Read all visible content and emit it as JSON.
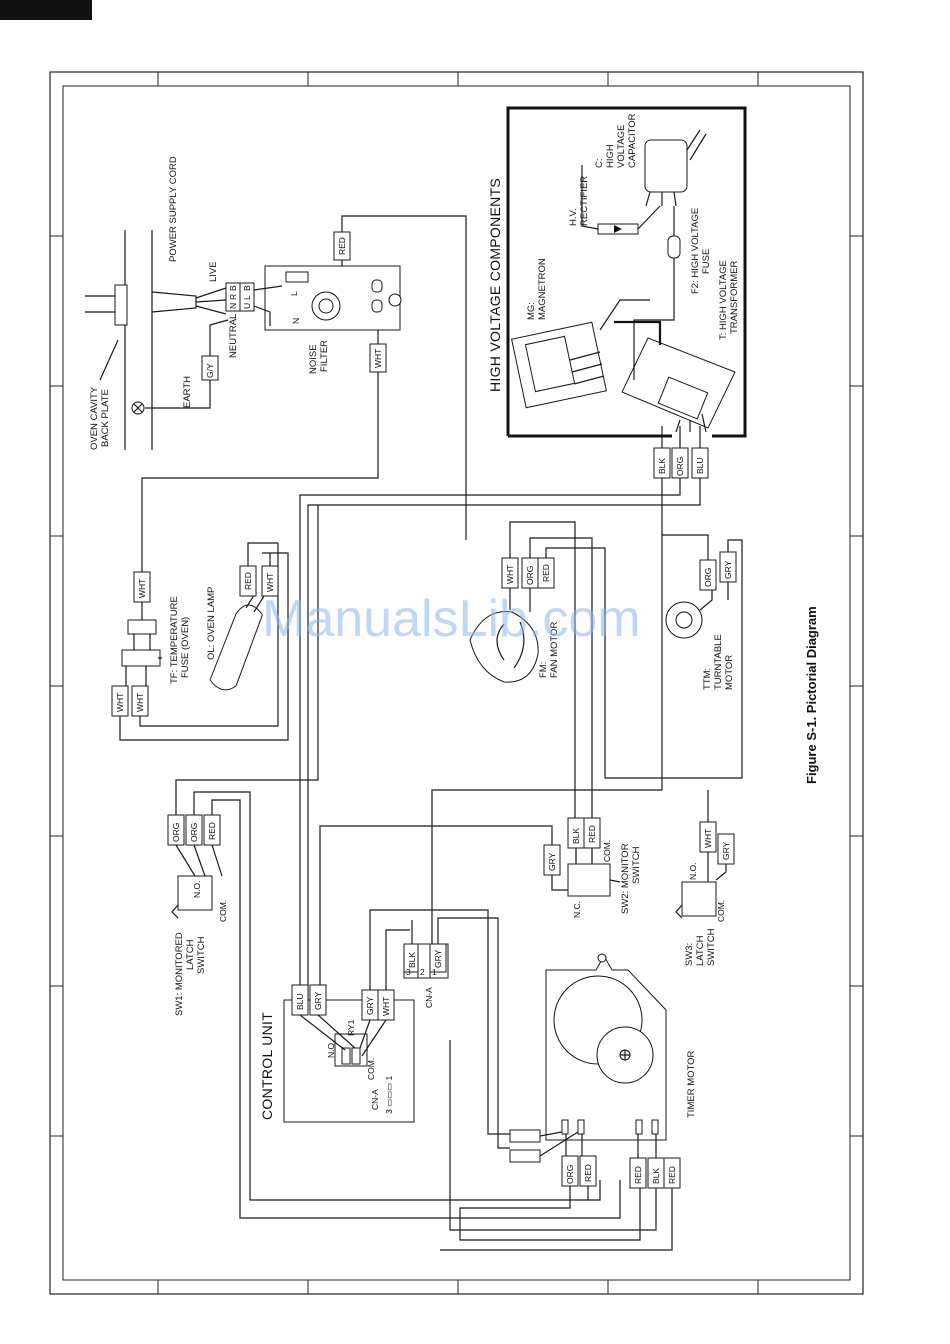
{
  "figure_caption": "Figure S-1. Pictorial Diagram",
  "watermark": "ManualsLib.com",
  "sections": {
    "high_voltage": "HIGH VOLTAGE COMPONENTS",
    "control_unit": "CONTROL UNIT"
  },
  "components": {
    "power_cord": "POWER SUPPLY CORD",
    "cavity_plate": [
      "OVEN CAVITY",
      "BACK PLATE"
    ],
    "earth": "EARTH",
    "live": "LIVE",
    "neutral": "NEUTRAL",
    "noise_filter": [
      "NOISE",
      "FILTER"
    ],
    "filter_L": "L",
    "filter_N": "N",
    "terminal_brn": [
      "B",
      "R",
      "N"
    ],
    "terminal_blu": [
      "B",
      "L",
      "U"
    ],
    "magnetron": [
      "MG:",
      "MAGNETRON"
    ],
    "rectifier": [
      "H.V.",
      "RECTIFIER"
    ],
    "capacitor": [
      "C:",
      "HIGH",
      "VOLTAGE",
      "CAPACITOR"
    ],
    "hv_fuse": [
      "F2: HIGH VOLTAGE",
      "FUSE"
    ],
    "transformer": [
      "T: HIGH VOLTAGE",
      "TRANSFORMER"
    ],
    "temp_fuse": [
      "TF: TEMPERATURE",
      "FUSE (OVEN)"
    ],
    "oven_lamp": "OL: OVEN LAMP",
    "fan_motor": [
      "FM:",
      "FAN MOTOR"
    ],
    "turntable_motor": [
      "TTM:",
      "TURNTABLE",
      "MOTOR"
    ],
    "sw1": [
      "SW1: MONITORED",
      "LATCH",
      "SWITCH"
    ],
    "sw2": [
      "SW2: MONITOR",
      "SWITCH"
    ],
    "sw3": [
      "SW3:",
      "LATCH",
      "SWITCH"
    ],
    "timer_motor": "TIMER MOTOR",
    "ry1": "RY1",
    "no": "N.O.",
    "nc": "N.C.",
    "com": "COM.",
    "cna": "CN-A",
    "cna_pins": [
      "3",
      "2",
      "1"
    ],
    "cna_ctrl": "CN-A",
    "cna_ctrl_pins": "3 ▭▭▭ 1"
  },
  "wire_tags": {
    "red": "RED",
    "wht": "WHT",
    "blk": "BLK",
    "org": "ORG",
    "blu": "BLU",
    "gry": "GRY",
    "gy": "G/Y"
  }
}
